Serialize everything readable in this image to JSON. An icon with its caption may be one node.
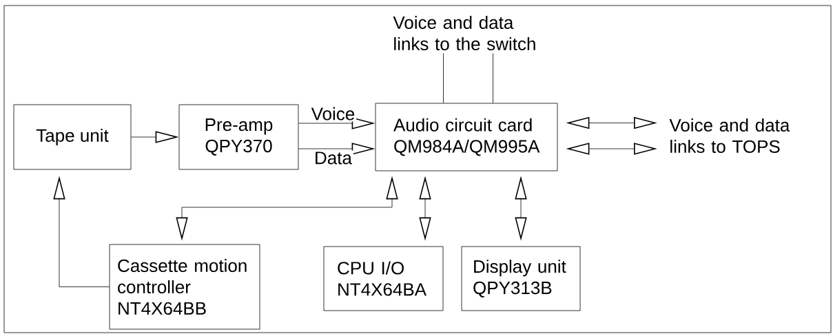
{
  "diagram": {
    "nodes": [
      {
        "text": [
          "Tape unit"
        ]
      },
      {
        "text": [
          "Pre-amp QPY370"
        ]
      },
      {
        "text": [
          "Audio circuit card QM984A/QM995A"
        ]
      },
      {
        "text": [
          "Voice and data links to the switch"
        ]
      },
      {
        "text": [
          "Voice and data links to TOPS"
        ]
      },
      {
        "text": [
          "Cassette motion controller NT4X64BB"
        ]
      },
      {
        "text": [
          "CPU I/O NT4X64BA"
        ]
      },
      {
        "text": [
          "Display unit QPY313B"
        ]
      }
    ],
    "edges": [
      {
        "from": 0,
        "to": 1,
        "arrow": "to"
      },
      {
        "from": 1,
        "to": 2,
        "arrow": "to",
        "label": "Voice"
      },
      {
        "from": 1,
        "to": 2,
        "arrow": "to",
        "label": "Data"
      },
      {
        "from": 2,
        "to": 3,
        "arrow": "none"
      },
      {
        "from": 2,
        "to": 3,
        "arrow": "none"
      },
      {
        "from": 2,
        "to": 4,
        "arrow": "both"
      },
      {
        "from": 2,
        "to": 4,
        "arrow": "both"
      },
      {
        "from": 2,
        "to": 5,
        "arrow": "both"
      },
      {
        "from": 2,
        "to": 6,
        "arrow": "both"
      },
      {
        "from": 2,
        "to": 7,
        "arrow": "both"
      },
      {
        "from": 5,
        "to": 0,
        "arrow": "to"
      }
    ]
  }
}
